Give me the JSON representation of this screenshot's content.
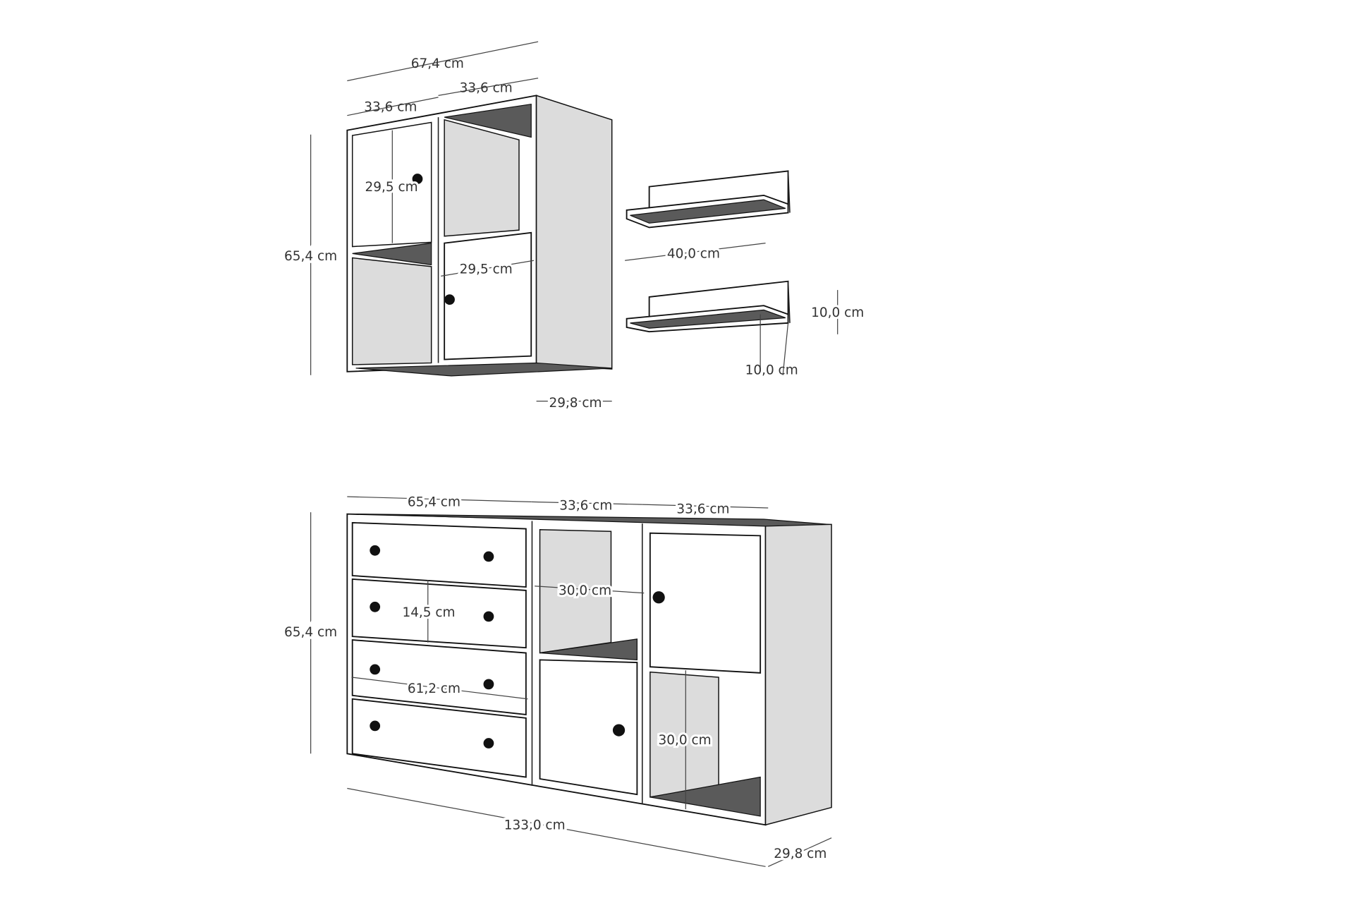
{
  "top_unit": {
    "width_total": "67,4 cm",
    "width_left": "33,6 cm",
    "width_right": "33,6 cm",
    "height": "65,4 cm",
    "door_height": "29,5 cm",
    "door_width": "29,5 cm",
    "depth": "29,8 cm"
  },
  "wall_shelves": {
    "length": "40,0 cm",
    "height": "10,0 cm",
    "depth": "10,0 cm"
  },
  "bottom_unit": {
    "width_drawers": "65,4 cm",
    "width_middle": "33,6 cm",
    "width_right": "33,6 cm",
    "height": "65,4 cm",
    "drawer_height": "14,5 cm",
    "drawer_width": "61,2 cm",
    "compartment_width": "30,0 cm",
    "compartment_height": "30,0 cm",
    "total_width": "133,0 cm",
    "depth": "29,8 cm"
  }
}
